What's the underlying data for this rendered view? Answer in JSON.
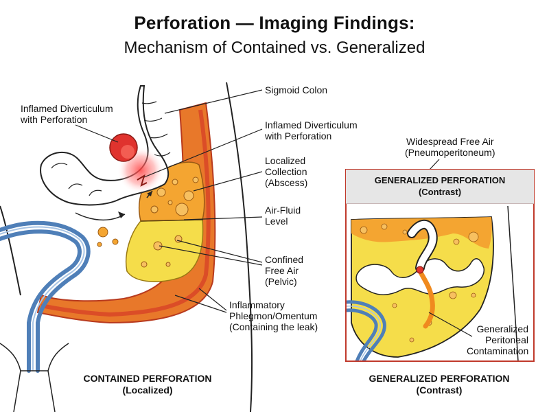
{
  "title": {
    "main": "Perforation — Imaging Findings:",
    "sub": "Mechanism of Contained vs. Generalized"
  },
  "left_panel": {
    "labels": {
      "inflamed_left": [
        "Inflamed Diverticulum",
        "with Perforation"
      ],
      "sigmoid": [
        "Sigmoid Colon"
      ],
      "inflamed_right": [
        "Inflamed Diverticulum",
        "with Perforation"
      ],
      "collection": [
        "Localized",
        "Collection",
        "(Abscess)"
      ],
      "air_fluid": [
        "Air-Fluid",
        "Level"
      ],
      "confined_air": [
        "Confined",
        "Free Air",
        "(Pelvic)"
      ],
      "phlegmon": [
        "Inflammatory",
        "Phlegmon/Omentum",
        "(Containing the leak)"
      ]
    },
    "caption": [
      "CONTAINED PERFORATION",
      "(Localized)"
    ]
  },
  "right_panel": {
    "free_air": [
      "Widespread Free Air",
      "(Pneumoperitoneum)"
    ],
    "header": [
      "GENERALIZED PERFORATION",
      "(Contrast)"
    ],
    "contamination": [
      "Generalized",
      "Peritoneal",
      "Contamination"
    ],
    "caption": [
      "GENERALIZED PERFORATION",
      "(Contrast)"
    ]
  },
  "colors": {
    "bowel_fill": "#ffffff",
    "outline": "#222222",
    "inflamed_red": "#e0332e",
    "wall_orange": "#e8782a",
    "collection_orange": "#f4a531",
    "fluid_yellow": "#f5dd4a",
    "bladder_blue": "#4f7fb8",
    "frame_red": "#c0392b"
  }
}
